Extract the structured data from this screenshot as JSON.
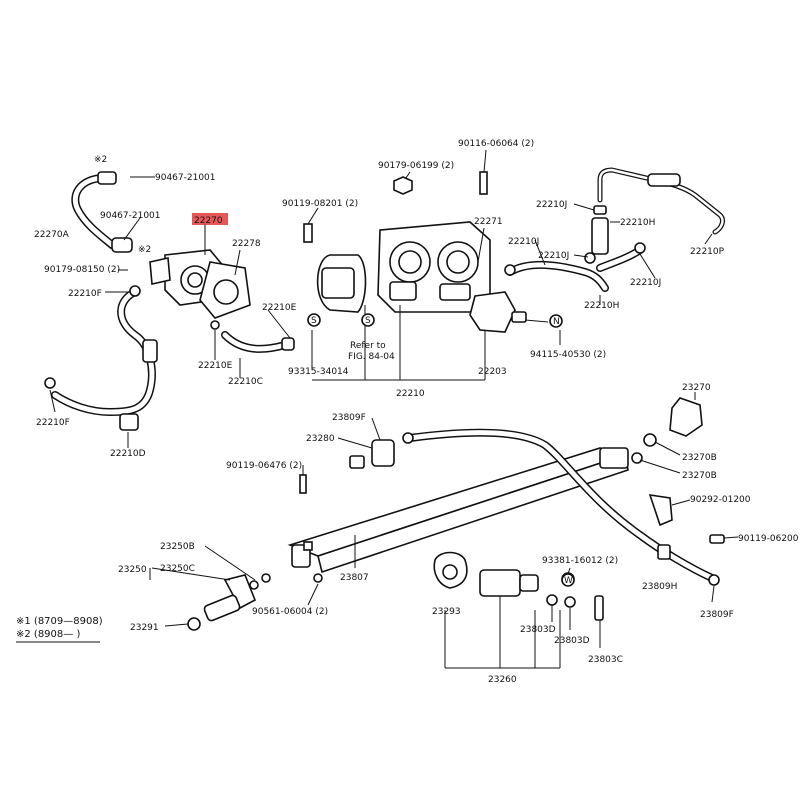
{
  "highlight_color": "#e23b3b",
  "parts": {
    "p22270": "22270",
    "p22270A": "22270A",
    "p90467_top": "90467-21001",
    "p90467_mid": "90467-21001",
    "p90179_08150": "90179-08150 (2)",
    "p22210F_upper": "22210F",
    "p22210F_lower": "22210F",
    "p22278": "22278",
    "p22210E_right": "22210E",
    "p22210E_lower": "22210E",
    "p22210C": "22210C",
    "p22210D": "22210D",
    "p90119_08201": "90119-08201 (2)",
    "p90179_06199": "90179-06199 (2)",
    "p90116_06064": "90116-06064 (2)",
    "p22271": "22271",
    "p93315": "93315-34014",
    "refer_to": "Refer to",
    "fig_ref": "FIG. 84-04",
    "p22210": "22210",
    "p22203": "22203",
    "p94115": "94115-40530 (2)",
    "p22210J_a": "22210J",
    "p22210J_b": "22210J",
    "p22210J_c": "22210J",
    "p22210J_d": "22210J",
    "p22210H_a": "22210H",
    "p22210H_b": "22210H",
    "p22210P": "22210P",
    "p23270": "23270",
    "p23270B_a": "23270B",
    "p23270B_b": "23270B",
    "p90292": "90292-01200",
    "p90119_06200": "90119-06200",
    "p23809F_top": "23809F",
    "p23809F_bot": "23809F",
    "p23280": "23280",
    "p90119_06476": "90119-06476 (2)",
    "p23807": "23807",
    "p23809H": "23809H",
    "p23250B": "23250B",
    "p23250": "23250",
    "p23250C": "23250C",
    "p23291": "23291",
    "p90561": "90561-06004 (2)",
    "p93381": "93381-16012 (2)",
    "p23293": "23293",
    "p23803D_a": "23803D",
    "p23803D_b": "23803D",
    "p23803C": "23803C",
    "p23260": "23260"
  },
  "marks": {
    "note1_mark": "※2",
    "note2_mark": "※2",
    "circle_s1": "S",
    "circle_s2": "S",
    "circle_n": "N",
    "circle_w": "W"
  },
  "legend": {
    "line1": "※1 (8709—8908)",
    "line2": "※2 (8908—         )"
  }
}
